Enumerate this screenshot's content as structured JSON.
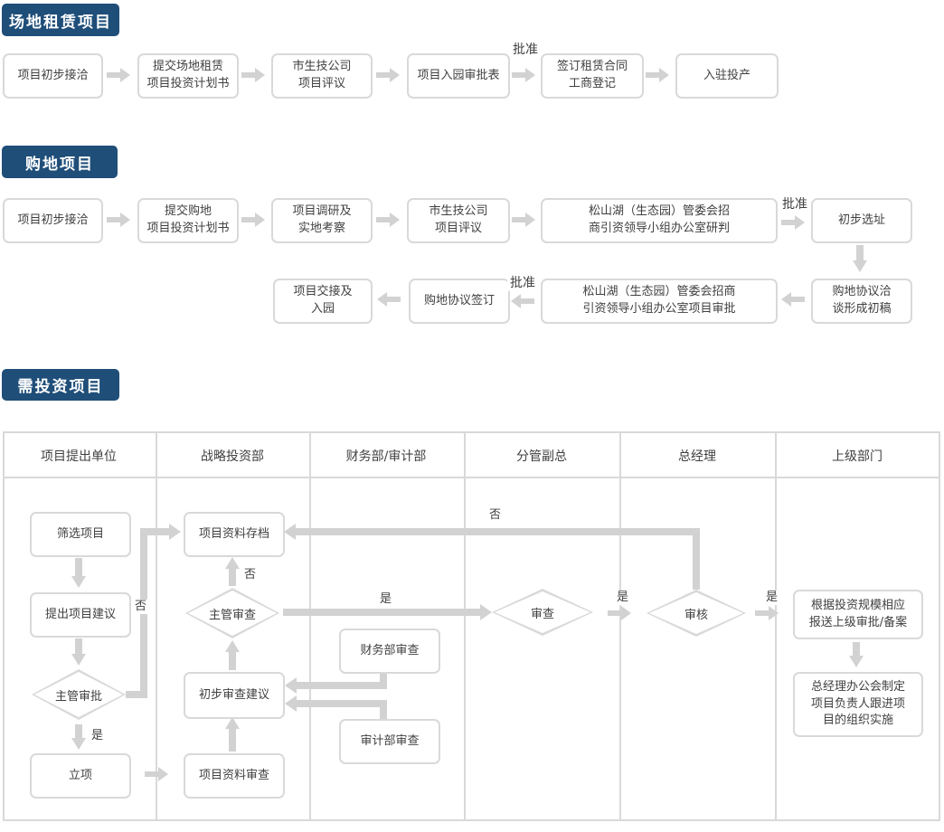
{
  "colors": {
    "accent": "#1f4e79",
    "grid_line": "#d9d9d9",
    "arrow": "#d2d2d2"
  },
  "sections": {
    "rental": {
      "title": "场地租赁项目",
      "approve_label": "批准",
      "steps": [
        "项目初步接洽",
        "提交场地租赁\n项目投资计划书",
        "市生技公司\n项目评议",
        "项目入园审批表",
        "签订租赁合同\n工商登记",
        "入驻投产"
      ]
    },
    "purchase": {
      "title": "购地项目",
      "approve_label": "批准",
      "row1": [
        "项目初步接洽",
        "提交购地\n项目投资计划书",
        "项目调研及\n实地考察",
        "市生技公司\n项目评议",
        "松山湖（生态园）管委会招\n商引资领导小组办公室研判",
        "初步选址"
      ],
      "row2": [
        "项目交接及\n入园",
        "购地协议签订",
        "松山湖（生态园）管委会招商\n引资领导小组办公室项目审批",
        "购地协议洽\n谈形成初稿"
      ]
    },
    "investment": {
      "title": "需投资项目",
      "lanes": [
        "项目提出单位",
        "战略投资部",
        "财务部/审计部",
        "分管副总",
        "总经理",
        "上级部门"
      ],
      "labels": {
        "yes": "是",
        "no": "否"
      },
      "nodes": {
        "screen": "筛选项目",
        "propose": "提出项目建议",
        "supervisor_approval": "主管审批",
        "initiate": "立项",
        "archive": "项目资料存档",
        "supervisor_review": "主管审查",
        "preliminary_opinion": "初步审查建议",
        "material_review": "项目资料审查",
        "finance_review": "财务部审查",
        "audit_review": "审计部审查",
        "vp_review": "审查",
        "gm_review": "审核",
        "report_superior": "根据投资规模相应\n报送上级审批/备案",
        "implementation": "总经理办公会制定\n项目负责人跟进项\n目的组织实施"
      }
    }
  }
}
